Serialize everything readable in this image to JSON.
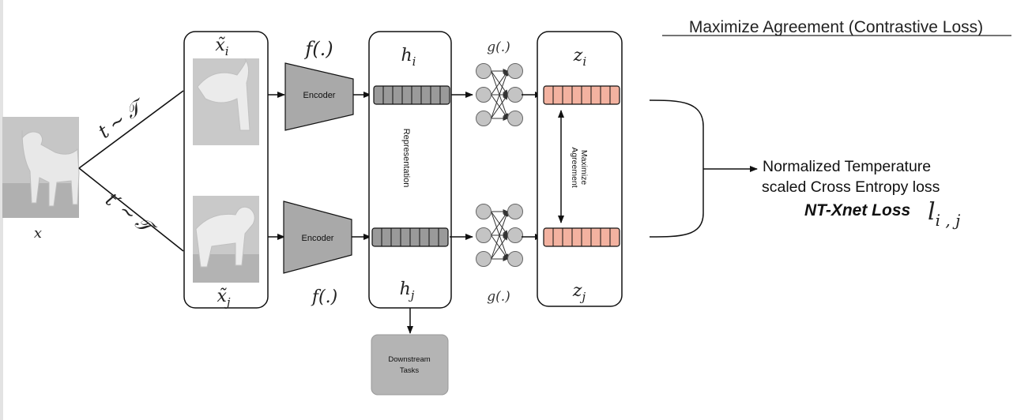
{
  "title": "Maximize Agreement (Contrastive Loss)",
  "input": {
    "label": "x"
  },
  "transforms": {
    "top": {
      "t": "t",
      "sim": "~",
      "T": "𝒯"
    },
    "bottom": {
      "t": "t′",
      "sim": "~",
      "T": "𝒯"
    }
  },
  "augmented": {
    "top_label": {
      "base": "x̃",
      "sub": "i"
    },
    "bottom_label": {
      "base": "x̃",
      "sub": "j"
    }
  },
  "encoder": {
    "top_fn": "f(.)",
    "bottom_fn": "f(.)",
    "top_label": "Encoder",
    "bottom_label": "Encoder"
  },
  "representation": {
    "top_label": {
      "base": "h",
      "sub": "i"
    },
    "bottom_label": {
      "base": "h",
      "sub": "j"
    },
    "vertical_text": "Representation"
  },
  "projection": {
    "top_fn": "g(.)",
    "bottom_fn": "g(.)"
  },
  "embeddings": {
    "top_label": {
      "base": "z",
      "sub": "i"
    },
    "bottom_label": {
      "base": "z",
      "sub": "j"
    },
    "agreement_line1": "Maximize",
    "agreement_line2": "Agreement"
  },
  "downstream": {
    "line1": "Downstream",
    "line2": "Tasks"
  },
  "loss": {
    "line1": "Normalized Temperature",
    "line2": "scaled Cross Entropy loss",
    "name": "NT-Xnet Loss",
    "symbol": {
      "base": "l",
      "sub": "i , j"
    }
  },
  "colors": {
    "h_vector": "#9a9a9a",
    "z_vector": "#f3b2a0",
    "encoder": "#a9a9a9",
    "neuron": "#c4c4c4",
    "downstream": "#b4b4b4",
    "photo_bg": "#c9c9c9"
  }
}
